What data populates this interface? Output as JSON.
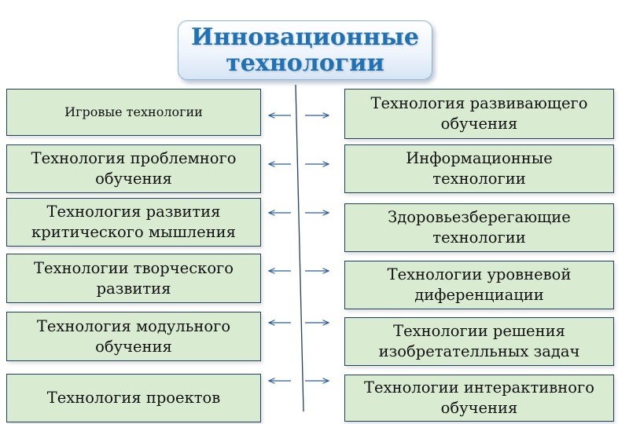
{
  "title": {
    "line1": "Инновационные",
    "line2": "технологии"
  },
  "left_items": [
    {
      "lines": [
        "Игровые технологии"
      ]
    },
    {
      "lines": [
        "Технология проблемного",
        "обучения"
      ]
    },
    {
      "lines": [
        "Технология развития",
        "критического мышления"
      ]
    },
    {
      "lines": [
        "Технологии творческого",
        "развития"
      ]
    },
    {
      "lines": [
        "Технология модульного",
        "обучения"
      ]
    },
    {
      "lines": [
        "Технология проектов"
      ]
    }
  ],
  "right_items": [
    {
      "lines": [
        "Технология развивающего",
        "обучения"
      ]
    },
    {
      "lines": [
        "Информационные",
        "технологии"
      ]
    },
    {
      "lines": [
        "Здоровьезберегающие",
        "технологии"
      ]
    },
    {
      "lines": [
        "Технологии уровневой",
        "диференциации"
      ]
    },
    {
      "lines": [
        "Технологии решения",
        "изобретателльных задач"
      ]
    },
    {
      "lines": [
        "Технологии интерактивного",
        "обучения"
      ]
    }
  ],
  "colors": {
    "box_fill": "#d9ecd2",
    "box_border": "#1f3f60",
    "title_text": "#1f72b6",
    "arrow": "#2a5d9a",
    "spine": "#1f3f60"
  }
}
